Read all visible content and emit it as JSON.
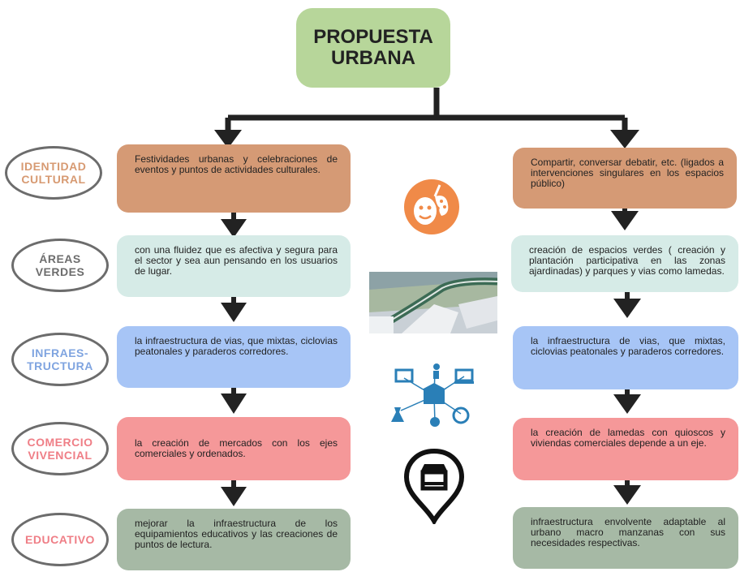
{
  "title": "PROPUESTA\nURBANA",
  "categories": [
    {
      "label": "IDENTIDAD\nCULTURAL",
      "color": "#d79a72"
    },
    {
      "label": "ÁREAS\nVERDES",
      "color": "#6d6d6d"
    },
    {
      "label": "INFRAES-\nTRUCTURA",
      "color": "#7fa4e0"
    },
    {
      "label": "COMERCIO\nVIVENCIAL",
      "color": "#ef7e86"
    },
    {
      "label": "EDUCATIVO",
      "color": "#ef7e86"
    }
  ],
  "left_boxes": [
    {
      "text": "Festividades urbanas y celebraciones de eventos y puntos de actividades culturales.",
      "color": "#d59a75"
    },
    {
      "text": "con una fluidez que es afectiva y segura para el sector y sea aun pensando en los usuarios de lugar.",
      "color": "#d6ebe7"
    },
    {
      "text": "la infraestructura de vias, que mixtas, ciclovias peatonales y paraderos corredores.",
      "color": "#a7c5f6"
    },
    {
      "text": "la creación de mercados con los ejes comerciales y ordenados.",
      "color": "#f59899"
    },
    {
      "text": "mejorar la infraestructura de los equipamientos educativos y las creaciones de puntos de lectura.",
      "color": "#a6b9a5"
    }
  ],
  "right_boxes": [
    {
      "text": "Compartir, conversar debatir, etc. (ligados a intervenciones singulares en los espacios público)",
      "color": "#d59a75"
    },
    {
      "text": "creación de espacios verdes ( creación y plantación participativa en las zonas ajardinadas) y parques y vias como lamedas.",
      "color": "#d6ebe7"
    },
    {
      "text": "la infraestructura de vias, que mixtas, ciclovias peatonales y paraderos corredores.",
      "color": "#a7c5f6"
    },
    {
      "text": "la creación de lamedas con quioscos y viviendas comerciales depende a un eje.",
      "color": "#f59899"
    },
    {
      "text": "infraestructura envolvente adaptable al urbano macro manzanas con sus necesidades respectivas.",
      "color": "#a6b9a5"
    }
  ],
  "icons": [
    "theater-masks-palette-icon",
    "urban-road-rendering-image",
    "education-network-icon",
    "market-location-pin-icon"
  ]
}
